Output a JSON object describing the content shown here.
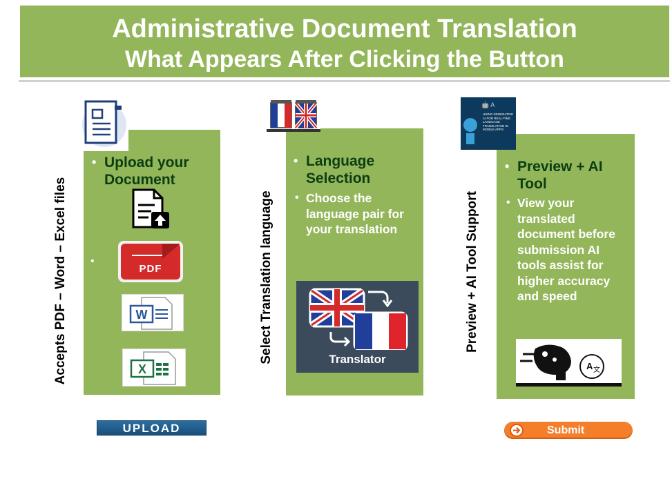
{
  "header": {
    "title": "Administrative Document Translation",
    "subtitle": "What Appears After Clicking the Button"
  },
  "column1": {
    "side_label": "Accepts  PDF – Word – Excel files",
    "bullet": "Upload your Document",
    "icons": [
      "upload-file-icon",
      "pdf-icon",
      "word-icon",
      "excel-icon"
    ],
    "pdf_label": "PDF",
    "button_label": "UPLOAD"
  },
  "column2": {
    "side_label": "Select Translation language",
    "bullet": "Language Selection",
    "sub_bullet": "Choose  the language pair for your translation",
    "translator_label": "Translator",
    "icons": [
      "book-flags-icon",
      "uk-flag-icon",
      "france-flag-icon"
    ]
  },
  "column3": {
    "side_label": "Preview  + AI Tool Support",
    "bullet": "Preview + AI Tool",
    "sub_bullet": "View your translated document before submission AI tools assist for higher accuracy and speed",
    "thumb_text": "USING GENERATIVE AI FOR REAL-TIME LANGUAGE TRANSLATION IN MOBILE APPS",
    "icons": [
      "ai-head-icon",
      "translate-icon"
    ],
    "button_label": "Submit"
  },
  "colors": {
    "header_bg": "#93b65a",
    "panel_bg": "#93b65a",
    "bullet_text": "#0b3d12",
    "upload_button": "#1a4f7c",
    "submit_button": "#f47e2a"
  }
}
